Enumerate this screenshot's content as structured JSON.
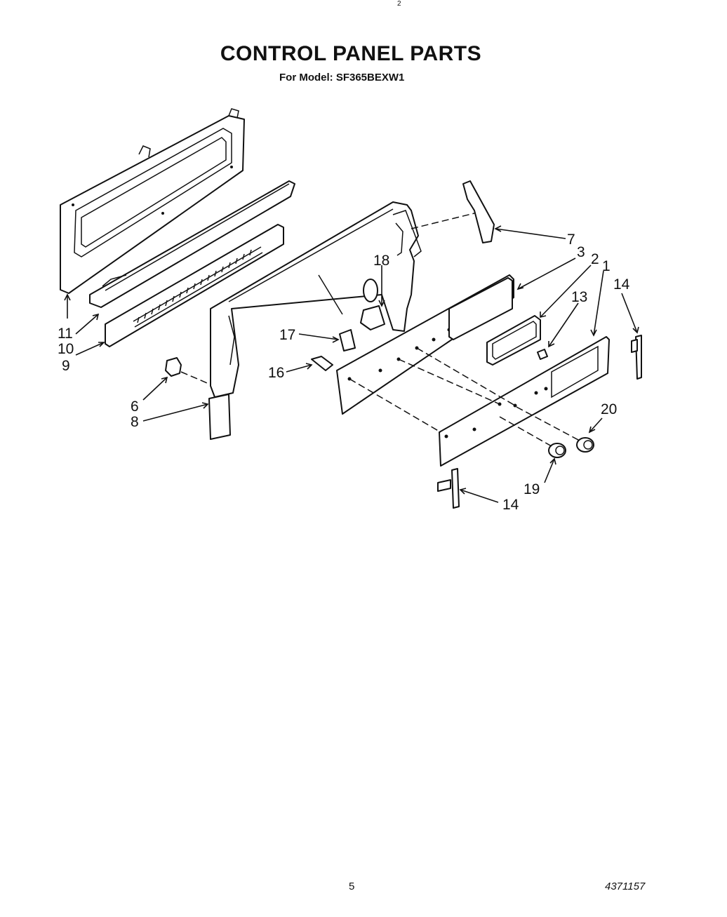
{
  "page": {
    "top_mark": "2",
    "title": "CONTROL PANEL PARTS",
    "subtitle": "For Model: SF365BEXW1",
    "page_number": "5",
    "document_number": "4371157"
  },
  "callouts": {
    "p1": "1",
    "p2": "2",
    "p3": "3",
    "p6": "6",
    "p7": "7",
    "p8": "8",
    "p9": "9",
    "p10": "10",
    "p11": "11",
    "p13": "13",
    "p14a": "14",
    "p14b": "14",
    "p16": "16",
    "p17": "17",
    "p18": "18",
    "p19": "19",
    "p20": "20"
  }
}
